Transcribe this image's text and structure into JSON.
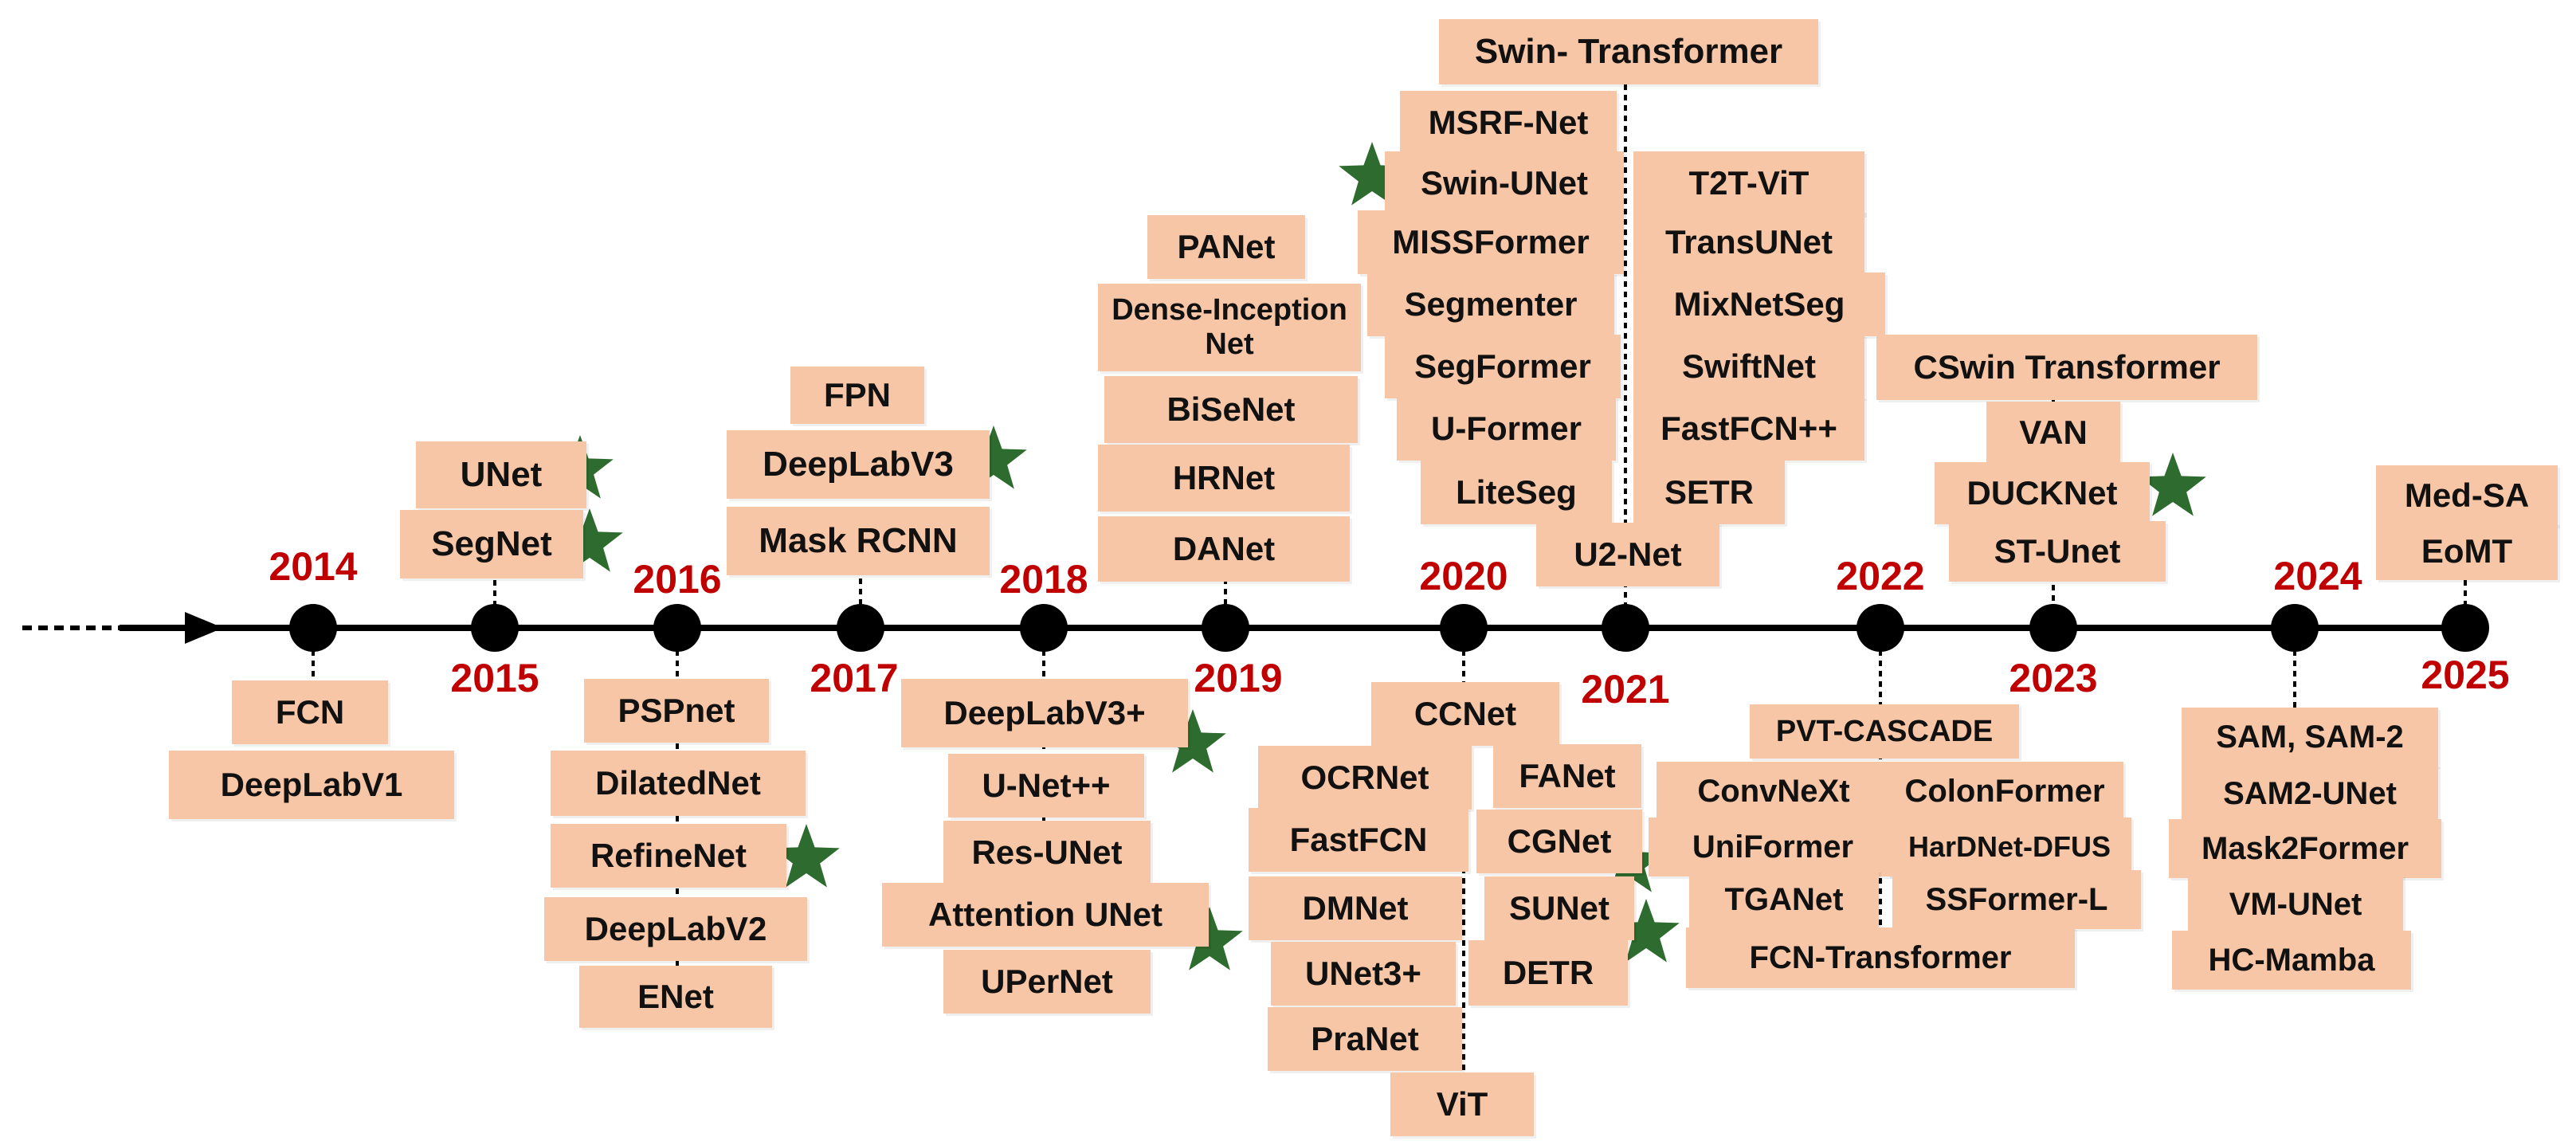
{
  "colors": {
    "box": "#f7c6a6",
    "year": "#c00000",
    "line": "#000000",
    "star": "#2e6b2e"
  },
  "years": [
    "2014",
    "2015",
    "2016",
    "2017",
    "2018",
    "2019",
    "2020",
    "2021",
    "2022",
    "2023",
    "2024",
    "2025"
  ],
  "models": {
    "y2014": [
      "FCN",
      "DeepLabV1"
    ],
    "y2015": [
      "UNet",
      "SegNet"
    ],
    "y2016": [
      "PSPnet",
      "DilatedNet",
      "RefineNet",
      "DeepLabV2",
      "ENet"
    ],
    "y2017": [
      "FPN",
      "DeepLabV3",
      "Mask RCNN"
    ],
    "y2018": [
      "DeepLabV3+",
      "U-Net++",
      "Res-UNet",
      "Attention UNet",
      "UPerNet"
    ],
    "y2019": [
      "PANet",
      "Dense-Inception Net",
      "BiSeNet",
      "HRNet",
      "DANet"
    ],
    "y2020_above": [
      "Swin- Transformer",
      "MSRF-Net",
      "Swin-UNet",
      "MISSFormer",
      "Segmenter",
      "SegFormer",
      "U-Former",
      "LiteSeg"
    ],
    "y2020_below": [
      "CCNet",
      "OCRNet",
      "FastFCN",
      "DMNet",
      "UNet3+",
      "PraNet",
      "ViT",
      "FANet",
      "CGNet",
      "SUNet",
      "DETR"
    ],
    "y2021": [
      "T2T-ViT",
      "TransUNet",
      "MixNetSeg",
      "SwiftNet",
      "FastFCN++",
      "SETR",
      "U2-Net"
    ],
    "y2022": [
      "PVT-CASCADE",
      "ConvNeXt",
      "ColonFormer",
      "UniFormer",
      "HarDNet-DFUS",
      "TGANet",
      "SSFormer-L",
      "FCN-Transformer"
    ],
    "y2023": [
      "CSwin Transformer",
      "VAN",
      "DUCKNet",
      "ST-Unet"
    ],
    "y2024": [
      "SAM, SAM-2",
      "SAM2-UNet",
      "Mask2Former",
      "VM-UNet",
      "HC-Mamba"
    ],
    "y2025": [
      "Med-SA",
      "EoMT"
    ]
  }
}
